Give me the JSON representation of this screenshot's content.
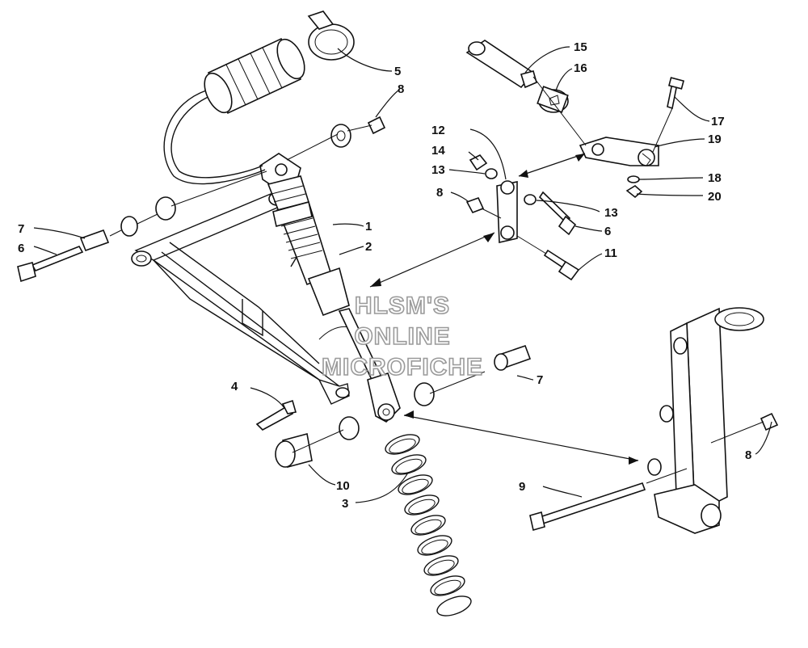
{
  "watermark": {
    "line1": "HLSM'S",
    "line2": "ONLINE",
    "line3": "MICROFICHE"
  },
  "callouts": {
    "c1": "1",
    "c2": "2",
    "c3": "3",
    "c4": "4",
    "c5": "5",
    "c6a": "6",
    "c6b": "6",
    "c7a": "7",
    "c7b": "7",
    "c8a": "8",
    "c8b": "8",
    "c8c": "8",
    "c9": "9",
    "c10": "10",
    "c11": "11",
    "c12": "12",
    "c13a": "13",
    "c13b": "13",
    "c14": "14",
    "c15": "15",
    "c16": "16",
    "c17": "17",
    "c18": "18",
    "c19": "19",
    "c20": "20"
  }
}
